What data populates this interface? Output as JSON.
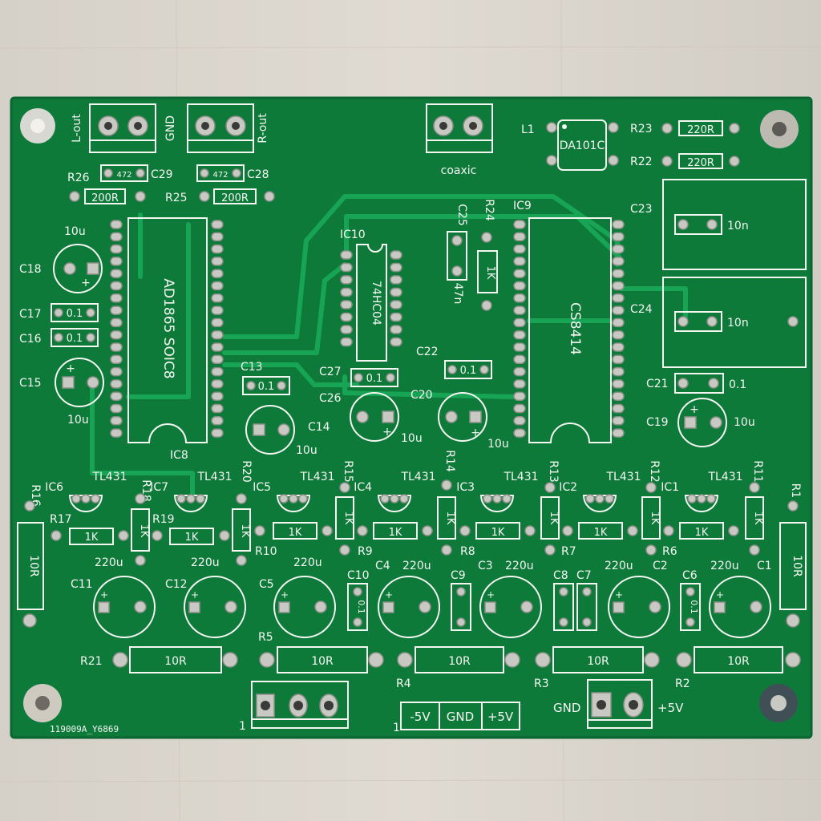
{
  "board": {
    "serial": "119009A_Y6869",
    "colors": {
      "board": "#0e7a3a",
      "silkscreen": "#f4f6f2",
      "pad": "#c9c9c4",
      "wood": "#d9d4cc"
    }
  },
  "connectors": {
    "l_out": "L-out",
    "gnd_top": "GND",
    "r_out": "R-out",
    "coaxic": "coaxic",
    "power_pin1": "1",
    "power_terminal_pin1": "1",
    "power_neg": "-5V",
    "power_gnd": "GND",
    "power_pos": "+5V",
    "dc_gnd": "GND",
    "dc_pos": "+5V"
  },
  "ics": {
    "ic8_ref": "IC8",
    "ic8_part": "AD1865 SOIC8",
    "ic9_ref": "IC9",
    "ic9_part": "CS8414",
    "ic10_ref": "IC10",
    "ic10_part": "74HC04",
    "l1_ref": "L1",
    "l1_part": "DA101C"
  },
  "top_parts": {
    "r26": "R26",
    "r26_val": "472",
    "c29": "C29",
    "r25": "R25",
    "r25_val": "200R",
    "r26_body": "200R",
    "c28_res": "472",
    "c28": "C28",
    "r23": "R23",
    "r23_val": "220R",
    "r22": "R22",
    "r22_val": "220R",
    "c25": "C25",
    "c25_val": "47n",
    "r24": "R24",
    "r24_val": "1K",
    "c23": "C23",
    "c23_val": "10n",
    "c24": "C24",
    "c24_val": "10n"
  },
  "left_parts": {
    "c18": "C18",
    "c18_val": "10u",
    "c17": "C17",
    "c17_val": "0.1",
    "c16": "C16",
    "c16_val": "0.1",
    "c15": "C15",
    "c15_val": "10u"
  },
  "mid_parts": {
    "c13": "C13",
    "c13_val": "0.1",
    "c14": "C14",
    "c14_val": "10u",
    "c27": "C27",
    "c27_val": "0.1",
    "c26": "C26",
    "c26_val": "10u",
    "c22": "C22",
    "c22_val": "0.1",
    "c20": "C20",
    "c20_val": "10u",
    "c21": "C21",
    "c21_val": "0.1",
    "c19": "C19",
    "c19_val": "10u"
  },
  "regulators": [
    {
      "ic": "IC6",
      "part": "TL431"
    },
    {
      "ic": "IC7",
      "part": "TL431"
    },
    {
      "ic": "IC5",
      "part": "TL431"
    },
    {
      "ic": "IC4",
      "part": "TL431"
    },
    {
      "ic": "IC3",
      "part": "TL431"
    },
    {
      "ic": "IC2",
      "part": "TL431"
    },
    {
      "ic": "IC1",
      "part": "TL431"
    }
  ],
  "row_resistors": {
    "r16": "R16",
    "r17": "R17",
    "r17_val": "1K",
    "r18": "R18",
    "r18_val": "1K",
    "r19": "R19",
    "r19_val": "1K",
    "r20": "R20",
    "r20_val": "1K",
    "r10": "R10",
    "r10_val": "1K",
    "r15": "R15",
    "r15_val": "1K",
    "r9": "R9",
    "r9_val": "1K",
    "r14": "R14",
    "r14_val": "1K",
    "r8": "R8",
    "r8_val": "1K",
    "r13": "R13",
    "r13_val": "1K",
    "r7": "R7",
    "r7_val": "1K",
    "r12": "R12",
    "r12_val": "1K",
    "r6": "R6",
    "r6_val": "1K",
    "r11": "R11",
    "r11_val": "1K",
    "r1": "R1",
    "r16_val": "10R",
    "r1_val": "10R"
  },
  "bottom_caps": {
    "c11": "C11",
    "c11_val": "220u",
    "c12": "C12",
    "c12_val": "220u",
    "c5": "C5",
    "c5_val": "220u",
    "c10": "C10",
    "c10_val": "0.1",
    "c4": "C4",
    "c4_val": "220u",
    "c9": "C9",
    "c3": "C3",
    "c3_val": "220u",
    "c8": "C8",
    "c7": "C7",
    "c2": "C2",
    "c2_val": "220u",
    "c6": "C6",
    "c6_val": "0.1",
    "c1": "C1",
    "c1_val": "220u"
  },
  "bottom_resistors": {
    "r21": "R21",
    "r21_val": "10R",
    "r5": "R5",
    "r5_val": "10R",
    "r4": "R4",
    "r4_val": "10R",
    "r3": "R3",
    "r3_val": "10R",
    "r2": "R2",
    "r2_val": "10R"
  },
  "markers": {
    "plus": "+"
  }
}
